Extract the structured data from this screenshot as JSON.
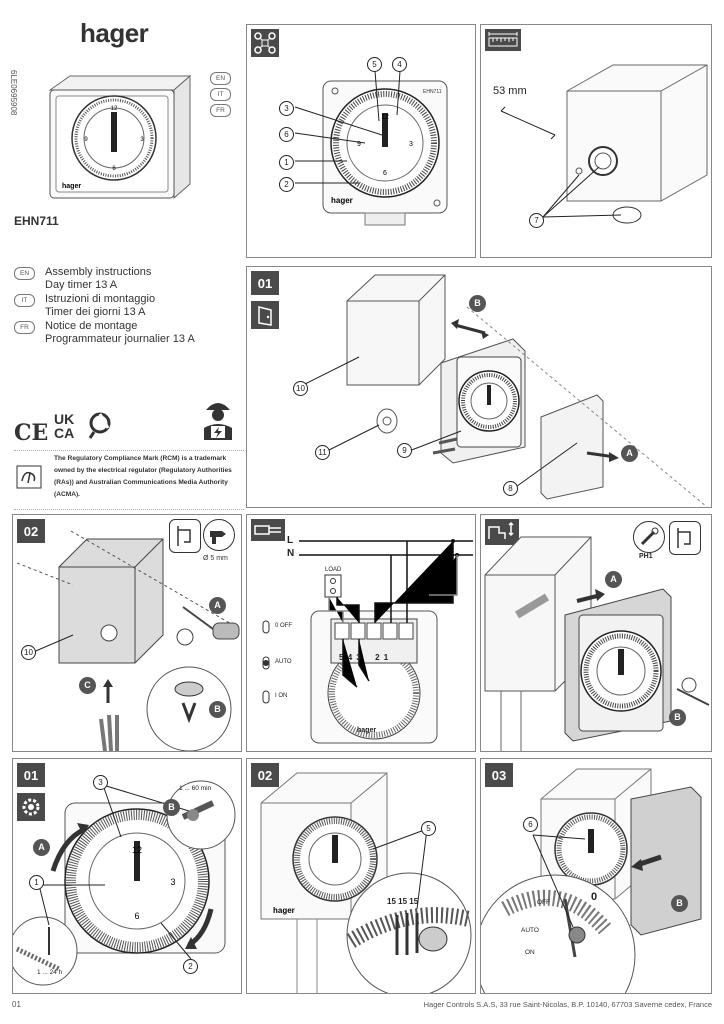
{
  "brand": "hager",
  "doc_code": "6LE0695908",
  "product_code": "EHN711",
  "device_label": "EHN711",
  "languages": [
    "EN",
    "IT",
    "FR"
  ],
  "instructions": [
    {
      "lang": "EN",
      "line1": "Assembly instructions",
      "line2": "Day timer 13 A"
    },
    {
      "lang": "IT",
      "line1": "Istruzioni di montaggio",
      "line2": "Timer dei giorni 13 A"
    },
    {
      "lang": "FR",
      "line1": "Notice de montage",
      "line2": "Programmateur journalier 13 A"
    }
  ],
  "cert_marks": {
    "ce": "CE",
    "ukca_top": "UK",
    "ukca_bottom": "CA"
  },
  "rcm_note": "The Regulatory Compliance Mark (RCM) is a trademark owned by the electrical regulator (Regulatory Authorities (RAs)) and Australian Communications Media Authority (ACMA).",
  "overview": {
    "callouts": [
      "5",
      "4",
      "3",
      "6",
      "1",
      "2"
    ]
  },
  "dimension": {
    "value": "53 mm",
    "callout": "7"
  },
  "step01_top": {
    "number": "01",
    "callouts": [
      "10",
      "11",
      "9",
      "8"
    ],
    "arrows": [
      "B",
      "A"
    ]
  },
  "step02_mount": {
    "number": "02",
    "drill": "Ø 5 mm",
    "callout": "10",
    "arrows": [
      "A",
      "C",
      "B"
    ]
  },
  "wiring": {
    "l": "L",
    "n": "N",
    "load": "LOAD",
    "terminals": [
      "5",
      "4",
      "3",
      "2",
      "1"
    ],
    "modes": [
      "0 OFF",
      "AUTO",
      "I ON"
    ]
  },
  "close": {
    "tool": "PH1",
    "arrows": [
      "A",
      "B"
    ]
  },
  "set01": {
    "number": "01",
    "callouts": [
      "3",
      "1",
      "2"
    ],
    "arrows": [
      "A",
      "B"
    ],
    "range_minutes": "1 ... 60 min",
    "range_hours": "1 ... 24 h"
  },
  "set02": {
    "number": "02",
    "callout": "5",
    "segment_labels": [
      "15",
      "15",
      "15"
    ]
  },
  "set03": {
    "number": "03",
    "callout": "6",
    "arrow": "B",
    "modes": [
      "OFF",
      "AUTO",
      "ON"
    ],
    "zero": "0"
  },
  "footer": {
    "page": "01",
    "address": "Hager Controls S.A.S, 33 rue Saint-Nicolas, B.P. 10140, 67703 Saverne cedex, France"
  }
}
